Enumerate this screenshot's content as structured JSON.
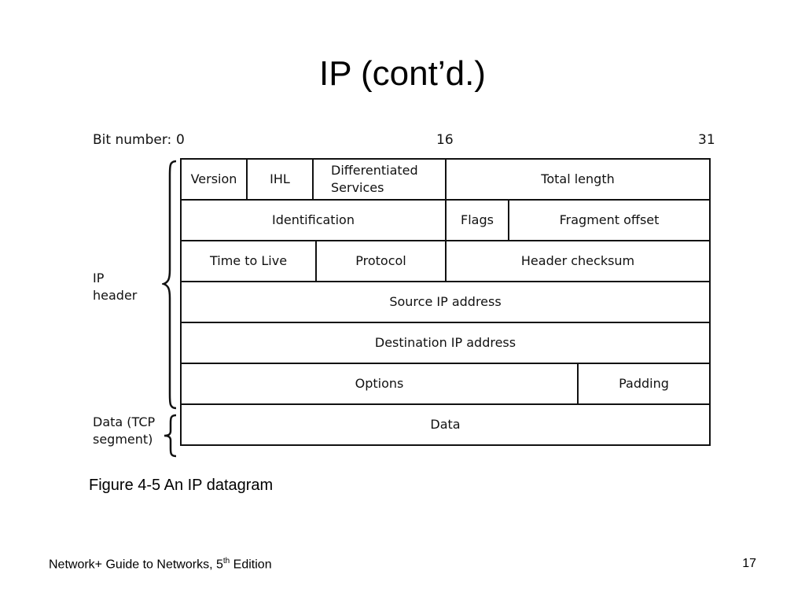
{
  "slide": {
    "title": "IP (cont’d.)"
  },
  "diagram": {
    "bit_number_label": "Bit number:",
    "bit_ticks": [
      "0",
      "16",
      "31"
    ],
    "rows": [
      [
        "Version",
        "IHL",
        "Differentiated Services",
        "Total length"
      ],
      [
        "Identification",
        "Flags",
        "Fragment offset"
      ],
      [
        "Time to Live",
        "Protocol",
        "Header checksum"
      ],
      [
        "Source IP address"
      ],
      [
        "Destination IP address"
      ],
      [
        "Options",
        "Padding"
      ],
      [
        "Data"
      ]
    ],
    "differentiated_services_lines": [
      "Differentiated",
      "Services"
    ],
    "ip_header_label_lines": [
      "IP",
      "header"
    ],
    "data_label_lines": [
      "Data (TCP",
      "segment)"
    ]
  },
  "caption": "Figure 4-5 An IP datagram",
  "footer": {
    "text_before_sup": "Network+ Guide to Networks, 5",
    "sup": "th",
    "text_after_sup": " Edition",
    "page_number": "17"
  }
}
